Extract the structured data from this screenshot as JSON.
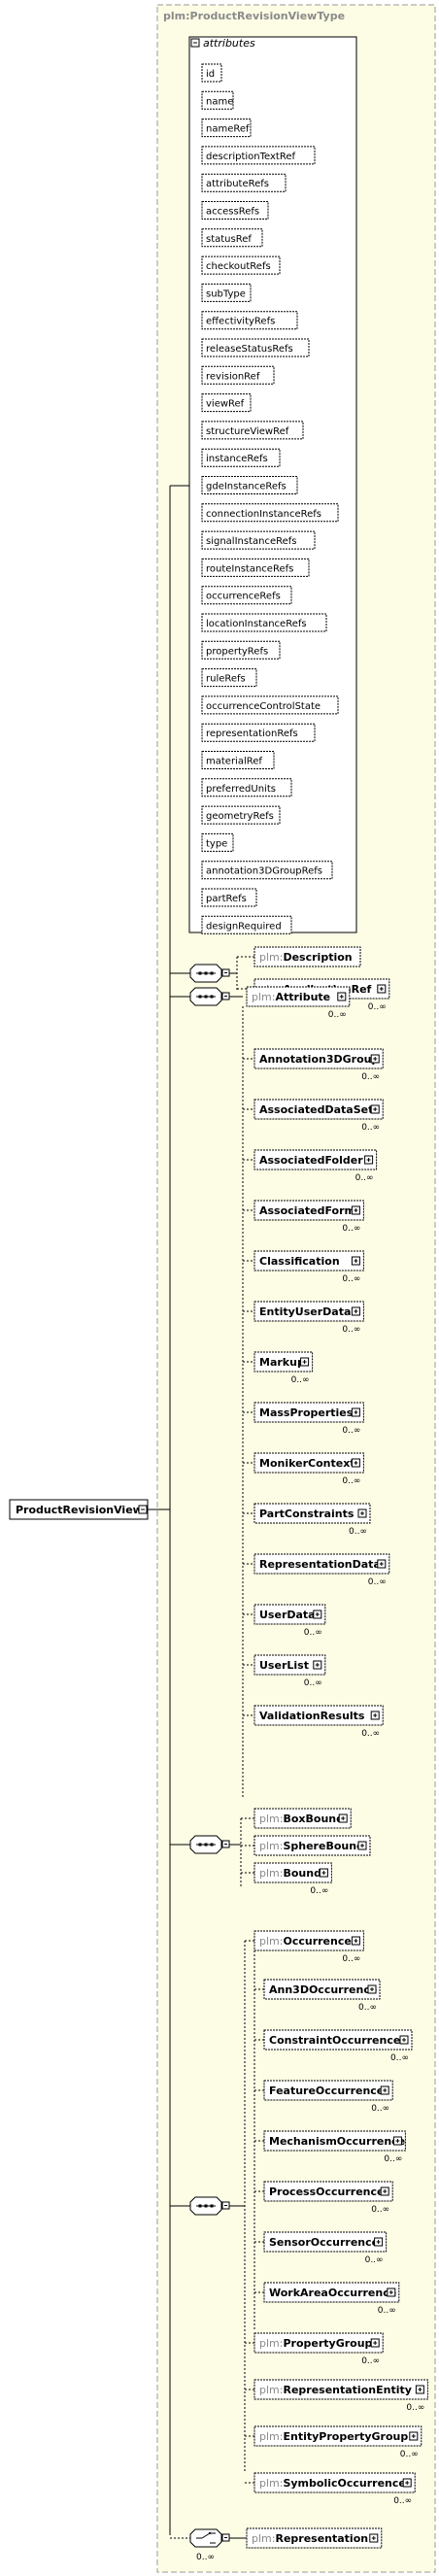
{
  "type_label": "plm:ProductRevisionViewType",
  "attributes_label": "attributes",
  "root_element": "ProductRevisionView",
  "attributes": [
    "id",
    "name",
    "nameRef",
    "descriptionTextRef",
    "attributeRefs",
    "accessRefs",
    "statusRef",
    "checkoutRefs",
    "subType",
    "effectivityRefs",
    "releaseStatusRefs",
    "revisionRef",
    "viewRef",
    "structureViewRef",
    "instanceRefs",
    "gdeInstanceRefs",
    "connectionInstanceRefs",
    "signalInstanceRefs",
    "routeInstanceRefs",
    "occurrenceRefs",
    "locationInstanceRefs",
    "propertyRefs",
    "ruleRefs",
    "occurrenceControlState",
    "representationRefs",
    "materialRef",
    "preferredUnits",
    "geometryRefs",
    "type",
    "annotation3DGroupRefs",
    "partRefs",
    "designRequired"
  ],
  "seq1": [
    {
      "prefix": "plm:",
      "name": "Description",
      "bold": false,
      "expand": false,
      "mult": ""
    },
    {
      "prefix": "plm:",
      "name": "ApplicationRef",
      "bold": false,
      "expand": true,
      "mult": "0..∞"
    }
  ],
  "attr_head": {
    "name": "plm:Attribute",
    "mult": "0..∞"
  },
  "choice_attr": [
    {
      "name": "Annotation3DGroup",
      "mult": "0..∞"
    },
    {
      "name": "AssociatedDataSet",
      "mult": "0..∞"
    },
    {
      "name": "AssociatedFolder",
      "mult": "0..∞"
    },
    {
      "name": "AssociatedForm",
      "mult": "0..∞"
    },
    {
      "name": "Classification",
      "mult": "0..∞"
    },
    {
      "name": "EntityUserData",
      "mult": "0..∞"
    },
    {
      "name": "Markup",
      "mult": "0..∞"
    },
    {
      "name": "MassProperties",
      "mult": "0..∞"
    },
    {
      "name": "MonikerContext",
      "mult": "0..∞"
    },
    {
      "name": "PartConstraints",
      "mult": "0..∞"
    },
    {
      "name": "RepresentationData",
      "mult": "0..∞"
    },
    {
      "name": "UserData",
      "mult": "0..∞"
    },
    {
      "name": "UserList",
      "mult": "0..∞"
    },
    {
      "name": "ValidationResults",
      "mult": "0..∞"
    }
  ],
  "seq3": [
    {
      "prefix": "plm:",
      "name": "BoxBound",
      "mult": ""
    },
    {
      "prefix": "plm:",
      "name": "SphereBound",
      "mult": ""
    },
    {
      "prefix": "plm:",
      "name": "Bound",
      "mult": "0..∞"
    }
  ],
  "occ_head": {
    "name": "plm:Occurrence",
    "mult": "0..∞"
  },
  "choice_occ": [
    {
      "name": "Ann3DOccurrence",
      "mult": "0..∞"
    },
    {
      "name": "ConstraintOccurrence",
      "mult": "0..∞"
    },
    {
      "name": "FeatureOccurrence",
      "mult": "0..∞"
    },
    {
      "name": "MechanismOccurrence",
      "mult": "0..∞"
    },
    {
      "name": "ProcessOccurrence",
      "mult": "0..∞"
    },
    {
      "name": "SensorOccurrence",
      "mult": "0..∞"
    },
    {
      "name": "WorkAreaOccurrence",
      "mult": "0..∞"
    }
  ],
  "seq4_rest": [
    {
      "name": "plm:PropertyGroup",
      "mult": "0..∞"
    },
    {
      "name": "plm:RepresentationEntity",
      "mult": "0..∞"
    },
    {
      "name": "plm:EntityPropertyGroup",
      "mult": "0..∞"
    },
    {
      "name": "plm:SymbolicOccurrence",
      "mult": "0..∞"
    }
  ],
  "last_choice_mult": "0..∞",
  "last_element": "plm:Representation"
}
